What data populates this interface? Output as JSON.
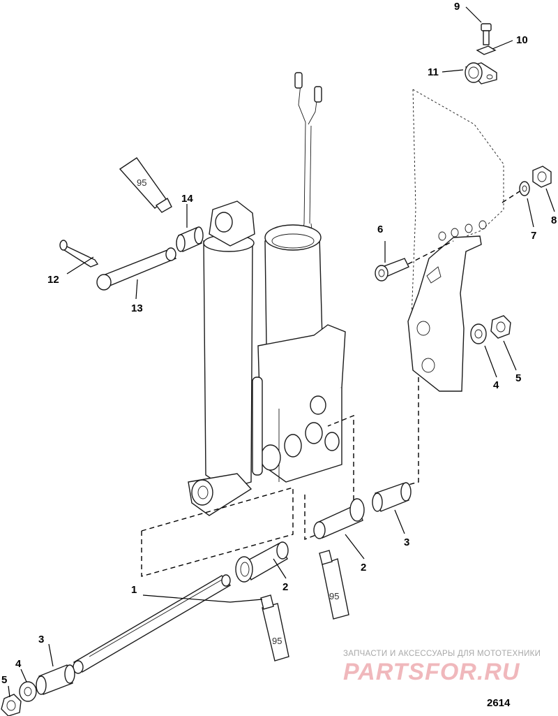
{
  "callouts": {
    "c1": "1",
    "c2a": "2",
    "c2b": "2",
    "c3a": "3",
    "c3b": "3",
    "c4a": "4",
    "c4b": "4",
    "c5a": "5",
    "c5b": "5",
    "c6": "6",
    "c7": "7",
    "c8": "8",
    "c9": "9",
    "c10": "10",
    "c11": "11",
    "c12": "12",
    "c13": "13",
    "c14": "14"
  },
  "tube_labels": {
    "t1": "95",
    "t2": "95",
    "t3": "95"
  },
  "watermark": {
    "tagline": "ЗАПЧАСТИ И АКСЕССУАРЫ ДЛЯ МОТОТЕХНИКИ",
    "logo": "PARTSFOR.RU"
  },
  "drawing_number": "2614"
}
